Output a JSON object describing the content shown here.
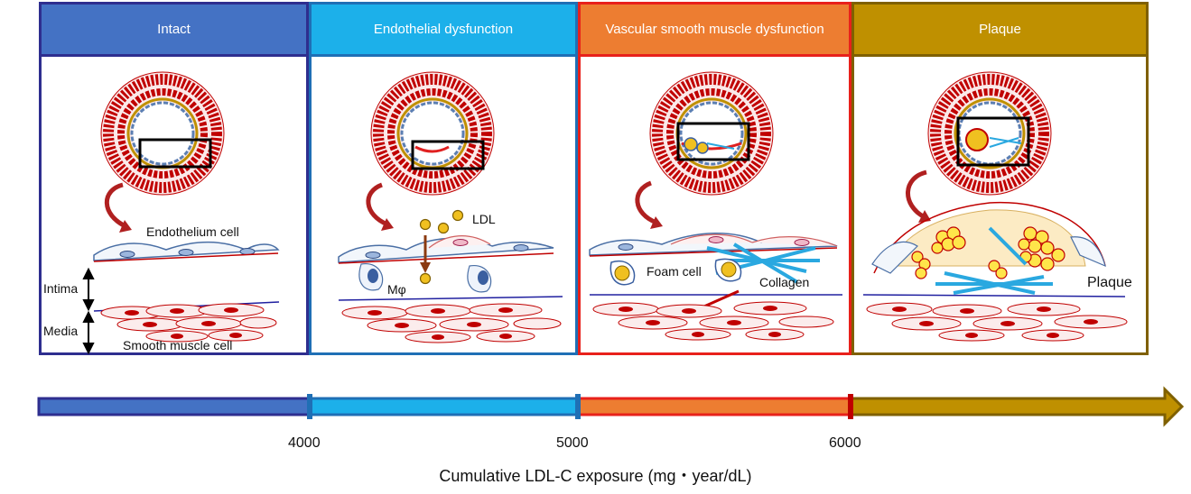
{
  "panels": [
    {
      "title": "Intact",
      "header_color": "#4472c4",
      "border_color": "#2e2e8f"
    },
    {
      "title": "Endothelial dysfunction",
      "header_color": "#1cb0ea",
      "border_color": "#1f6fb5"
    },
    {
      "title": "Vascular smooth muscle dysfunction",
      "header_color": "#ed7d31",
      "border_color": "#e8211b"
    },
    {
      "title": "Plaque",
      "header_color": "#bf9000",
      "border_color": "#7f6000"
    }
  ],
  "labels": {
    "endothelium_cell": "Endothelium cell",
    "intima": "Intima",
    "media": "Media",
    "smooth_muscle_cell": "Smooth muscle cell",
    "ldl": "LDL",
    "macrophage": "Mφ",
    "foam_cell": "Foam cell",
    "collagen": "Collagen",
    "plaque": "Plaque"
  },
  "timeline": {
    "ticks": [
      "4000",
      "5000",
      "6000"
    ],
    "axis_label": "Cumulative LDL-C exposure (mg・year/dL)",
    "segment_colors": [
      "#4472c4",
      "#1cb0ea",
      "#ed7d31",
      "#bf9000"
    ]
  }
}
